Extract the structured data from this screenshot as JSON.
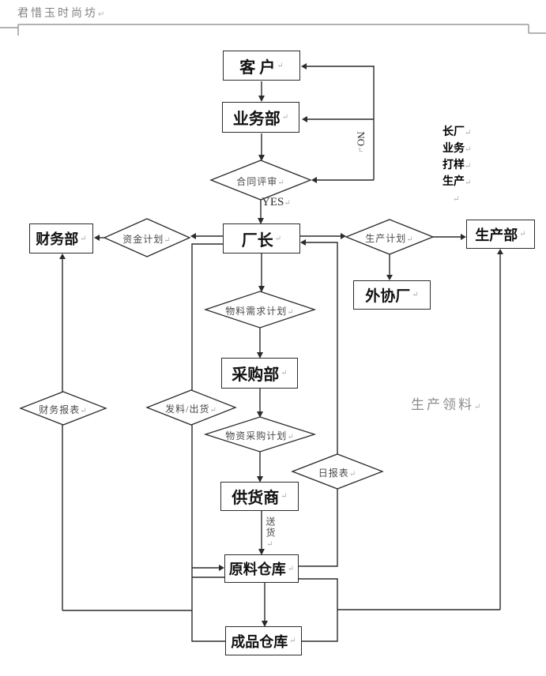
{
  "header": {
    "title": "君惜玉时尚坊"
  },
  "marks": {
    "return": "↵"
  },
  "nodes": {
    "customer": "客 户",
    "sales_dept": "业务部",
    "factory_director": "厂长",
    "finance_dept": "财务部",
    "production_dept": "生产部",
    "outsource_factory": "外协厂",
    "purchasing_dept": "采购部",
    "supplier": "供货商",
    "raw_material_warehouse": "原料仓库",
    "finished_goods_warehouse": "成品仓库"
  },
  "decisions": {
    "contract_review": "合同评审",
    "fund_plan": "资金计划",
    "production_plan": "生产计划",
    "material_requirement_plan": "物料需求计划",
    "material_purchase_plan": "物资采购计划",
    "issue_or_ship": "发料/出货",
    "financial_report": "财务报表",
    "daily_report": "日报表"
  },
  "labels": {
    "yes": "YES",
    "no": "NO",
    "delivery": "送货",
    "production_requisition": "生产领料"
  },
  "side_list": {
    "items": [
      "长厂",
      "业务",
      "打样",
      "生产"
    ]
  }
}
